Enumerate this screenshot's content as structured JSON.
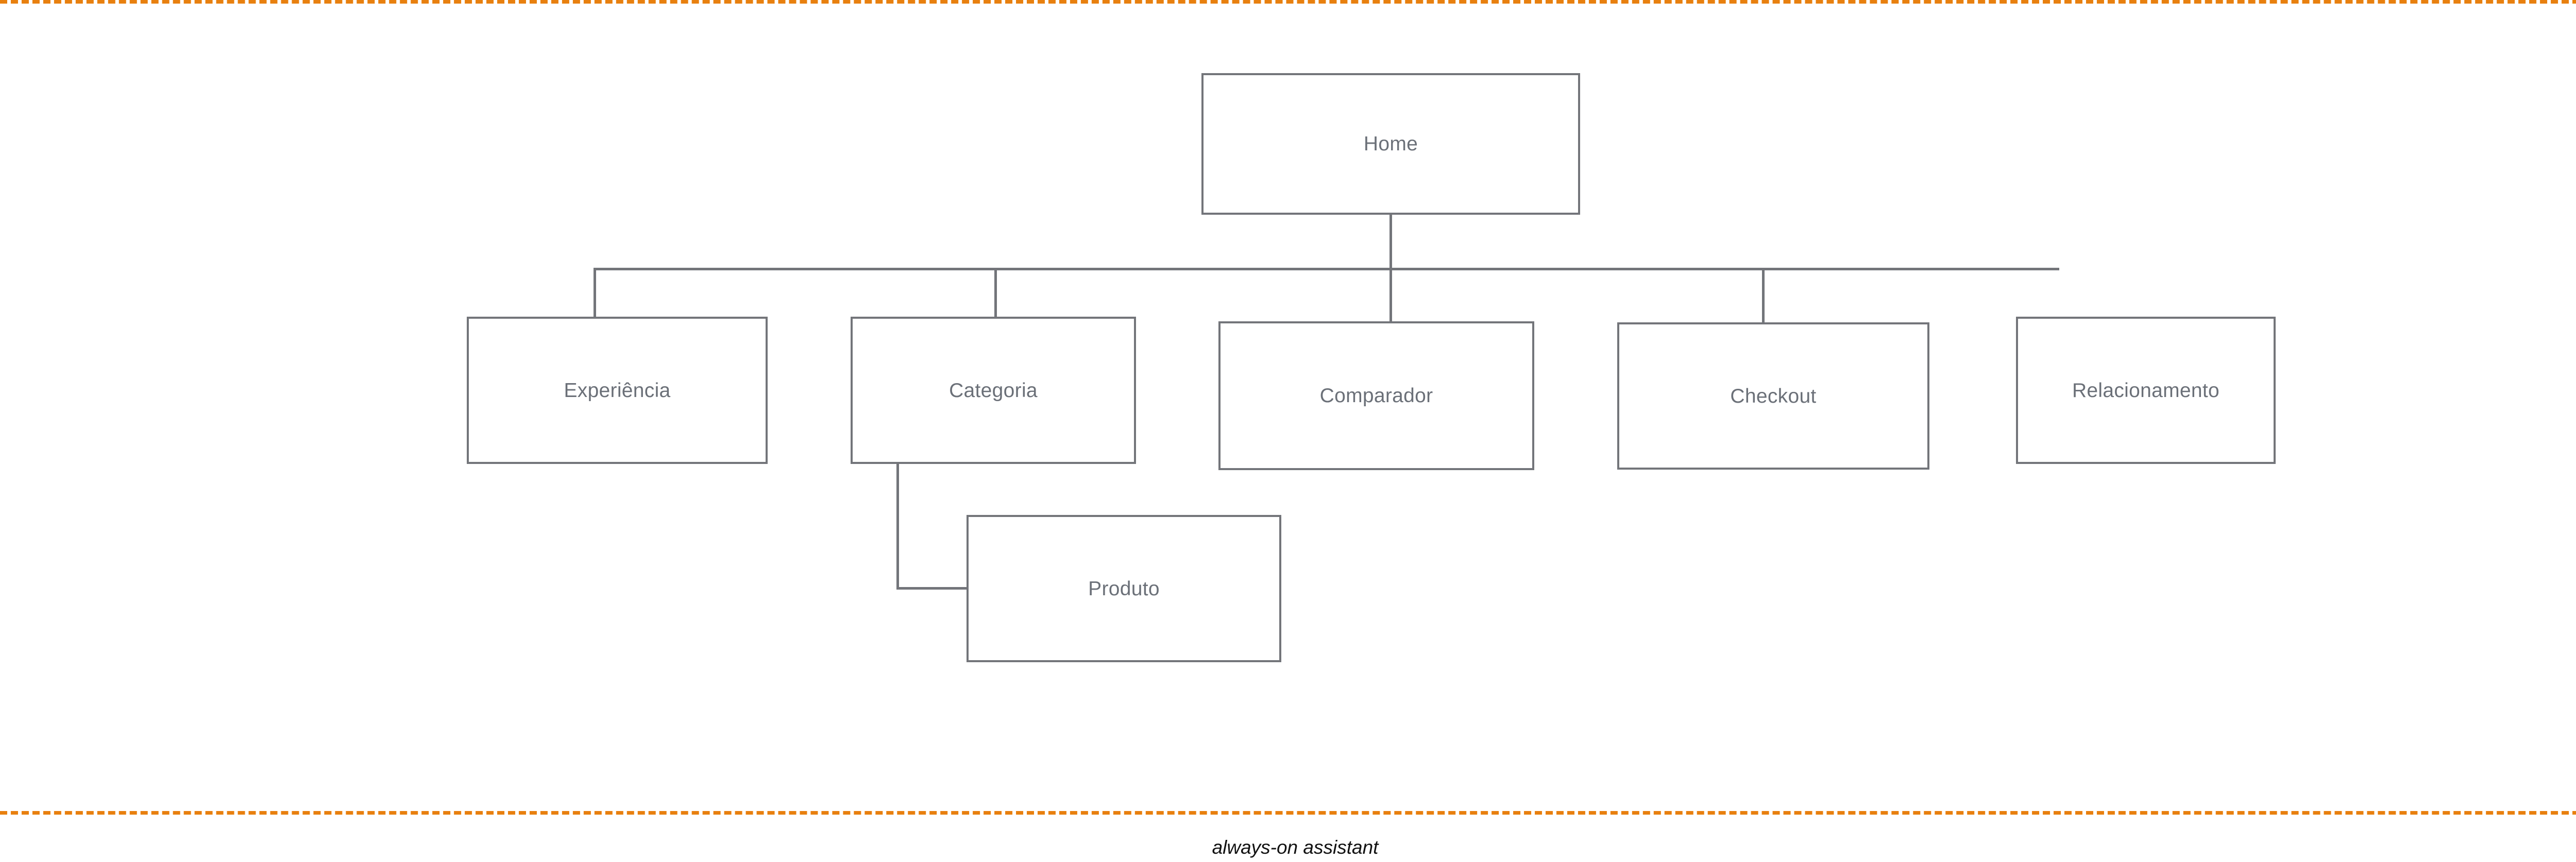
{
  "frame": {
    "accent_color": "#E8800F",
    "node_border_color": "#73757A",
    "node_text_color": "#6B7078",
    "connector_color": "#73757A"
  },
  "diagram": {
    "type": "sitemap-tree",
    "root": {
      "id": "home",
      "label": "Home"
    },
    "level1": [
      {
        "id": "experiencia",
        "label": "Experiência"
      },
      {
        "id": "categoria",
        "label": "Categoria"
      },
      {
        "id": "comparador",
        "label": "Comparador"
      },
      {
        "id": "checkout",
        "label": "Checkout"
      },
      {
        "id": "relacionamento",
        "label": "Relacionamento"
      }
    ],
    "level2": [
      {
        "id": "produto",
        "label": "Produto",
        "parent": "categoria"
      }
    ]
  },
  "footer": {
    "caption": "always-on assistant"
  }
}
